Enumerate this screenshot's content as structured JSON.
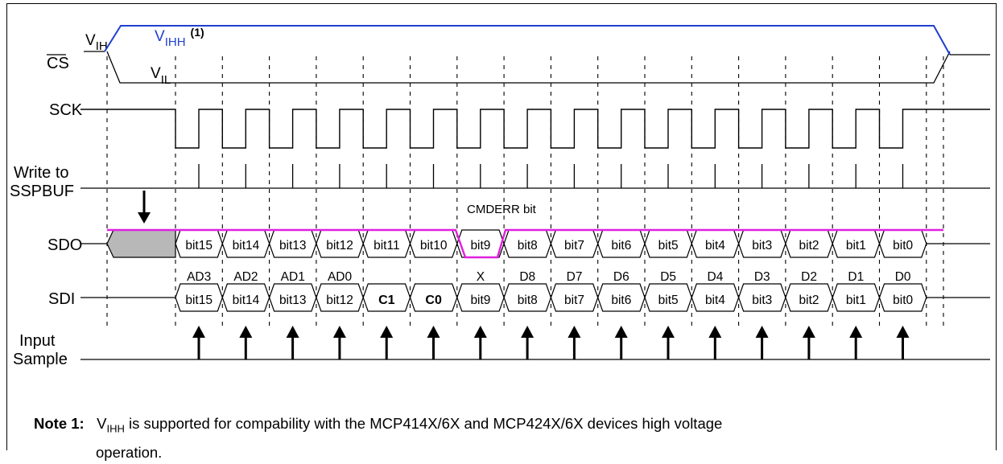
{
  "signals": {
    "cs": "CS",
    "sck": "SCK",
    "write_line1": "Write to",
    "write_line2": "SSPBUF",
    "sdo": "SDO",
    "sdi": "SDI",
    "input_line1": "Input",
    "input_line2": "Sample"
  },
  "levels": {
    "vih": "V",
    "vih_sub": "IH",
    "vihh": "V",
    "vihh_sub": "IHH",
    "vihh_note": "(1)",
    "vil": "V",
    "vil_sub": "IL"
  },
  "cmderr_label": "CMDERR bit",
  "sdo_bits": [
    "bit15",
    "bit14",
    "bit13",
    "bit12",
    "bit11",
    "bit10",
    "bit9",
    "bit8",
    "bit7",
    "bit6",
    "bit5",
    "bit4",
    "bit3",
    "bit2",
    "bit1",
    "bit0"
  ],
  "sdi_bits": [
    "bit15",
    "bit14",
    "bit13",
    "bit12",
    "C1",
    "C0",
    "bit9",
    "bit8",
    "bit7",
    "bit6",
    "bit5",
    "bit4",
    "bit3",
    "bit2",
    "bit1",
    "bit0"
  ],
  "sdi_labels": [
    "AD3",
    "AD2",
    "AD1",
    "AD0",
    "",
    "",
    "X",
    "D8",
    "D7",
    "D6",
    "D5",
    "D4",
    "D3",
    "D2",
    "D1",
    "D0"
  ],
  "note": {
    "label": "Note 1:",
    "v": "V",
    "v_sub": "IHH",
    "text": " is supported for compability with the MCP414X/6X and MCP424X/6X devices high voltage",
    "text2": "operation."
  },
  "colors": {
    "vihh_line": "#1f3fcf",
    "cmderr_line": "#e020e0",
    "sdo_fill": "#b8b8b8"
  }
}
